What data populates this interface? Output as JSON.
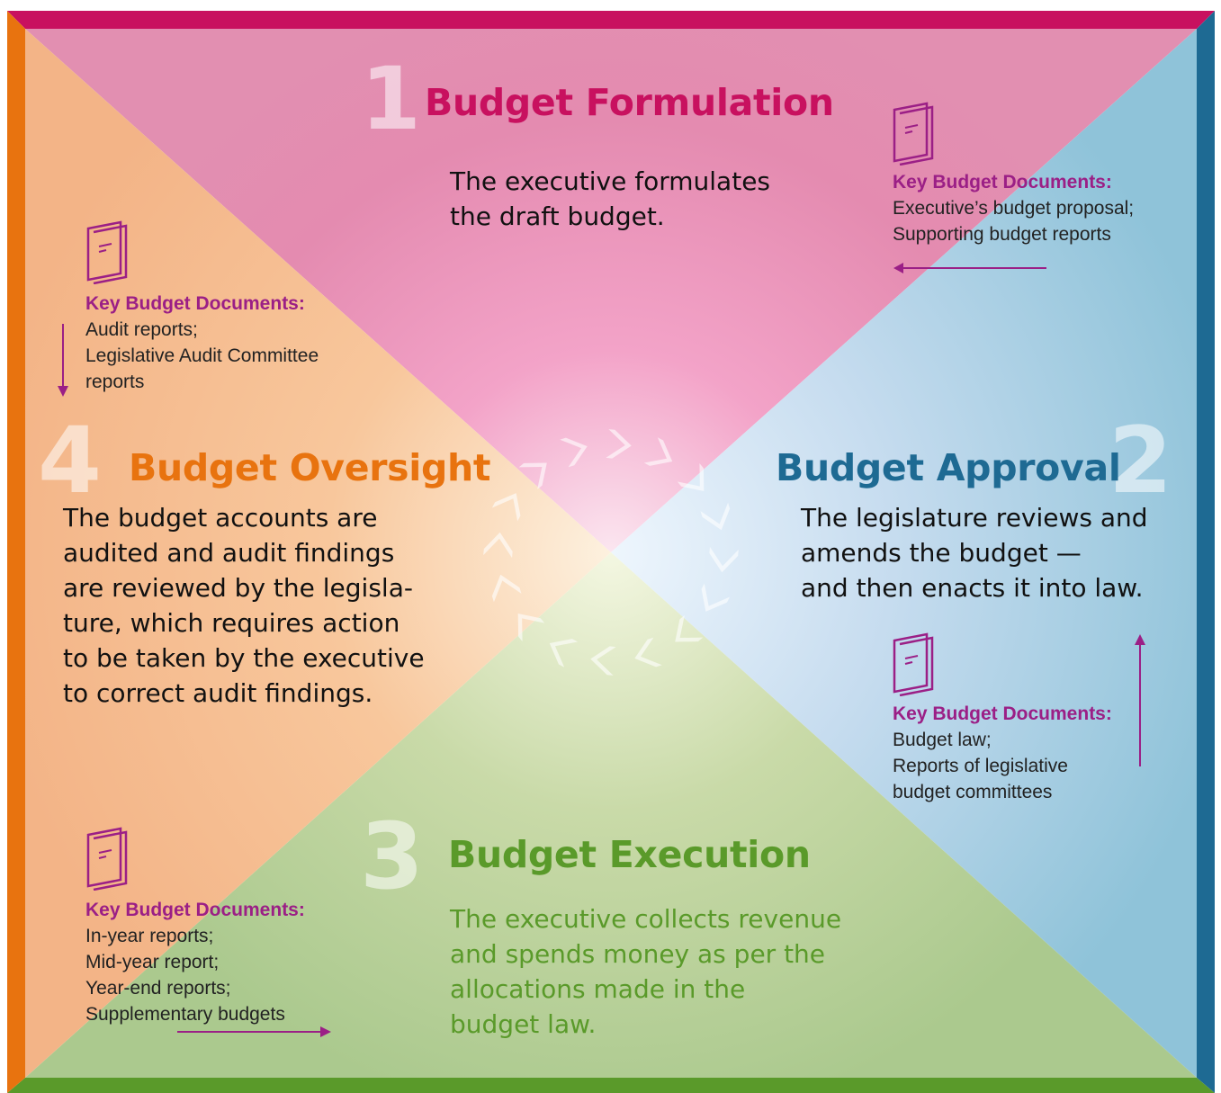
{
  "colors": {
    "formulation": "#c8115f",
    "approval": "#1e6a93",
    "execution": "#5a9a2a",
    "oversight": "#e8730f",
    "documents_heading": "#9b1f86"
  },
  "icons": [
    "book-icon",
    "arrow-icon",
    "chevron-arrow-icon"
  ],
  "stages": [
    {
      "number": "1",
      "title": "Budget Formulation",
      "description": [
        "The executive formulates",
        "the draft budget."
      ],
      "documents_heading": "Key Budget Documents:",
      "documents": [
        "Executive’s budget proposal;",
        "Supporting budget reports"
      ]
    },
    {
      "number": "2",
      "title": "Budget Approval",
      "description": [
        "The legislature reviews and",
        "amends the budget —",
        "and then enacts it into law."
      ],
      "documents_heading": "Key Budget Documents:",
      "documents": [
        "Budget law;",
        "Reports of legislative",
        "budget committees"
      ]
    },
    {
      "number": "3",
      "title": "Budget Execution",
      "description": [
        "The executive collects revenue",
        "and spends money as per the",
        "allocations made in the",
        "budget law."
      ],
      "documents_heading": "Key Budget Documents:",
      "documents": [
        "In-year reports;",
        "Mid-year report;",
        "Year-end reports;",
        "Supplementary budgets"
      ]
    },
    {
      "number": "4",
      "title": "Budget Oversight",
      "description": [
        "The budget accounts are",
        "audited and audit findings",
        "are reviewed by the legisla-",
        "ture, which requires action",
        "to be taken by the executive",
        "to correct audit findings."
      ],
      "documents_heading": "Key Budget Documents:",
      "documents": [
        "Audit reports;",
        "Legislative Audit Committee",
        "reports"
      ]
    }
  ]
}
